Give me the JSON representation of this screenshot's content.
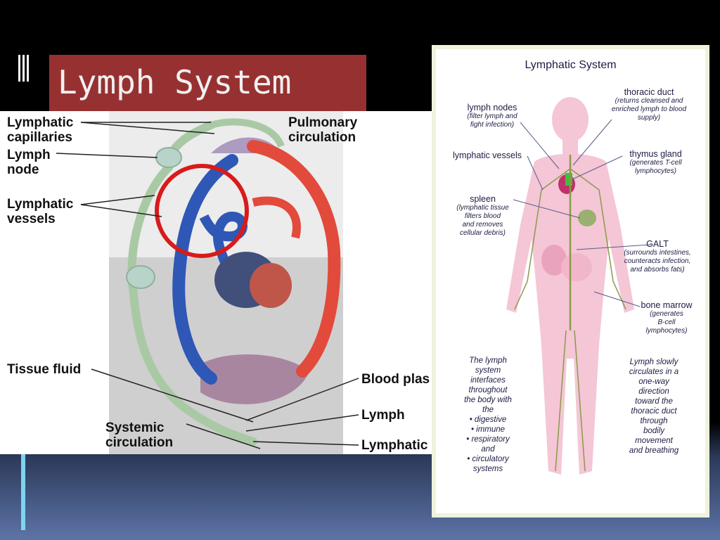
{
  "slide": {
    "title": "Lymph System"
  },
  "circulation_diagram": {
    "labels": {
      "lymphatic_capillaries_1": "Lymphatic",
      "lymphatic_capillaries_2": "capillaries",
      "lymph_node_1": "Lymph",
      "lymph_node_2": "node",
      "lymphatic_vessels_1": "Lymphatic",
      "lymphatic_vessels_2": "vessels",
      "tissue_fluid": "Tissue fluid",
      "systemic_1": "Systemic",
      "systemic_2": "circulation",
      "pulmonary_1": "Pulmonary",
      "pulmonary_2": "circulation",
      "blood_plasma": "Blood plas",
      "lymph": "Lymph",
      "lymphatic": "Lymphatic"
    }
  },
  "lymphatic_system_diagram": {
    "title": "Lymphatic System",
    "labels": {
      "lymph_nodes": "lymph nodes",
      "lymph_nodes_desc_1": "(filter lymph and",
      "lymph_nodes_desc_2": "fight infection)",
      "thoracic_duct": "thoracic duct",
      "thoracic_duct_desc_1": "(returns cleansed and",
      "thoracic_duct_desc_2": "enriched lymph to blood",
      "thoracic_duct_desc_3": "supply)",
      "lymphatic_vessels": "lymphatic vessels",
      "thymus_gland": "thymus gland",
      "thymus_desc_1": "(generates T-cell",
      "thymus_desc_2": "lymphocytes)",
      "spleen": "spleen",
      "spleen_desc_1": "(lymphatic tissue",
      "spleen_desc_2": "filters blood",
      "spleen_desc_3": "and removes",
      "spleen_desc_4": "cellular debris)",
      "galt": "GALT",
      "galt_desc_1": "(surrounds intestines,",
      "galt_desc_2": "counteracts infection,",
      "galt_desc_3": "and absorbs fats)",
      "bone_marrow": "bone marrow",
      "bone_marrow_desc_1": "(generates",
      "bone_marrow_desc_2": "B-cell",
      "bone_marrow_desc_3": "lymphocytes)"
    },
    "note_left": [
      "The lymph",
      "system",
      "interfaces",
      "throughout",
      "the body with",
      "the",
      "• digestive",
      "• immune",
      "• respiratory",
      "and",
      "• circulatory",
      "systems"
    ],
    "note_right": [
      "Lymph slowly",
      "circulates in a",
      "one-way",
      "direction",
      "toward the",
      "thoracic duct",
      "through",
      "bodily",
      "movement",
      "and breathing"
    ]
  },
  "colors": {
    "title_band": "#973131",
    "accent_line": "#7fd3ef",
    "highlight_circle": "#d81b1b",
    "vein_blue": "#2f57b5",
    "artery_red": "#e24a3c",
    "lymph_green": "#a9c9a5"
  }
}
